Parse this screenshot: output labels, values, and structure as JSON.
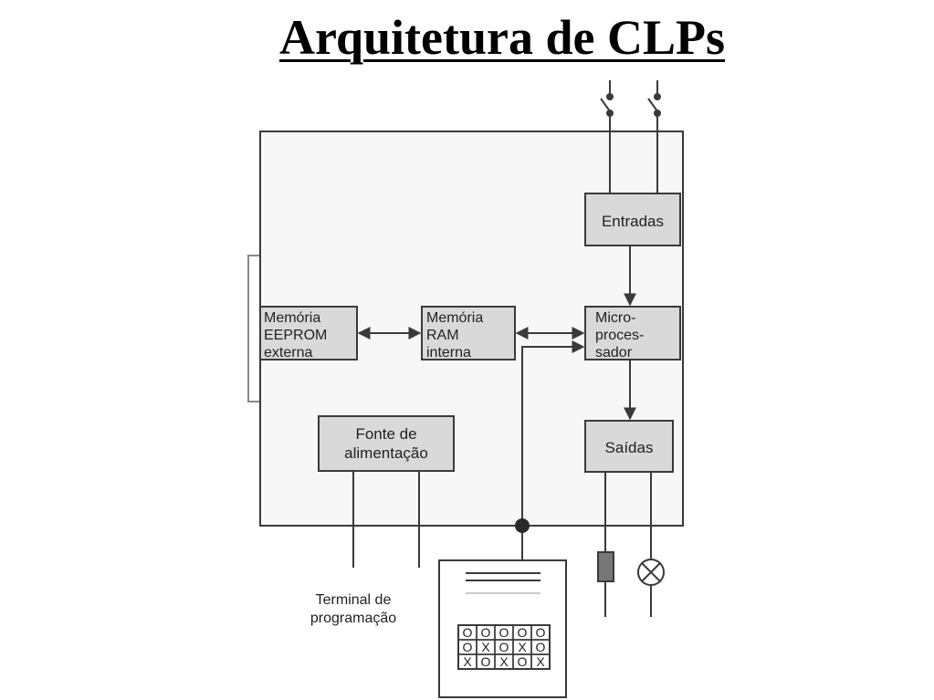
{
  "title": "Arquitetura de CLPs",
  "blocks": {
    "entradas": [
      "Entradas"
    ],
    "eeprom": [
      "Memória",
      "EEPROM",
      "externa"
    ],
    "ram": [
      "Memória",
      "RAM",
      "interna"
    ],
    "micro": [
      "Micro-",
      "proces-",
      "sador"
    ],
    "saidas": [
      "Saídas"
    ],
    "fonte": [
      "Fonte de",
      "alimentação"
    ]
  },
  "terminal_label": [
    "Terminal de",
    "programação"
  ],
  "keypad": [
    [
      "O",
      "O",
      "O",
      "O",
      "O"
    ],
    [
      "O",
      "X",
      "O",
      "X",
      "O"
    ],
    [
      "X",
      "O",
      "X",
      "O",
      "X"
    ]
  ],
  "colors": {
    "line": "#3a3a3a",
    "block_fill": "#d9d9d9",
    "panel_bg": "#f7f7f7",
    "text": "#222222"
  }
}
